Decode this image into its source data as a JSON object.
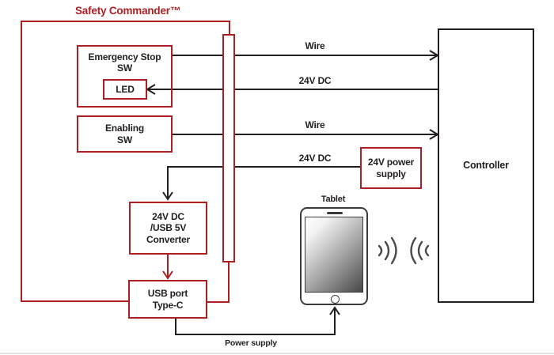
{
  "diagram": {
    "title": "Safety Commander™",
    "boxes": {
      "emergency_stop": {
        "line1": "Emergency Stop",
        "line2": "SW"
      },
      "led": {
        "label": "LED"
      },
      "enabling": {
        "line1": "Enabling",
        "line2": "SW"
      },
      "converter": {
        "line1": "24V DC",
        "line2": "/USB 5V",
        "line3": "Converter"
      },
      "usb_port": {
        "line1": "USB port",
        "line2": "Type-C"
      },
      "power_supply_24v": {
        "line1": "24V power",
        "line2": "supply"
      },
      "controller": {
        "label": "Controller"
      }
    },
    "wire_labels": {
      "wire_top": "Wire",
      "dc_top": "24V DC",
      "wire_mid": "Wire",
      "dc_mid": "24V DC",
      "power_supply_bottom": "Power supply"
    },
    "tablet_label": "Tablet",
    "icons": {
      "wireless_right": "wifi-waves-right-icon",
      "wireless_left": "wifi-waves-left-icon"
    },
    "colors": {
      "accent_red": "#ae1f24",
      "line_black": "#231f20",
      "wave_gray": "#4a4a4a"
    }
  }
}
